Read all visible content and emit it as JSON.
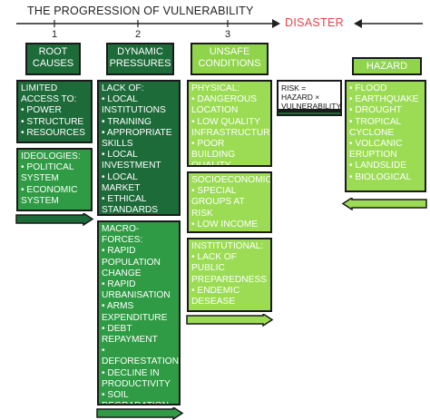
{
  "title": "THE PROGRESSION OF VULNERABILITY",
  "disaster_label": "DISASTER",
  "ticks": [
    "1",
    "2",
    "3"
  ],
  "headers": {
    "root": "ROOT CAUSES",
    "dynamic": "DYNAMIC PRESSURES",
    "unsafe": "UNSAFE CONDITIONS",
    "hazard": "HAZARD"
  },
  "root": {
    "limited_access": {
      "label": "LIMITED ACCESS TO:",
      "items": [
        "• POWER",
        "• STRUCTURE",
        "• RESOURCES"
      ]
    },
    "ideologies": {
      "label": "IDEOLOGIES:",
      "items": [
        "• POLITICAL SYSTEM",
        "• ECONOMIC SYSTEM"
      ]
    }
  },
  "dynamic": {
    "lack_of": {
      "label": "LACK OF:",
      "items": [
        "• LOCAL INSTITUTIONS",
        "• TRAINING",
        "• APPROPRIATE SKILLS",
        "• LOCAL INVESTMENT",
        "• LOCAL MARKET",
        "• ETHICAL STANDARDS"
      ]
    },
    "macro_forces": {
      "label": "MACRO-FORCES:",
      "items": [
        "• RAPID POPULATION CHANGE",
        "• RAPID URBANISATION",
        "• ARMS EXPENDITURE",
        "• DEBT REPAYMENT",
        "• DEFORESTATION",
        "• DECLINE IN PRODUCTIVITY",
        "• SOIL DEGRADATION"
      ]
    }
  },
  "unsafe": {
    "physical": {
      "label": "PHYSICAL:",
      "items": [
        "• DANGEROUS LOCATION",
        "• LOW QUALITY INFRASTRUCTURE",
        "• POOR BUILDING QUALITY"
      ]
    },
    "socioeconomic": {
      "label": "SOCIOECONOMIC:",
      "items": [
        "• SPECIAL GROUPS AT RISK",
        "• LOW INCOME"
      ]
    },
    "institutional": {
      "label": "INSTITUTIONAL:",
      "items": [
        "• LACK OF PUBLIC PREPAREDNESS",
        "• ENDEMIC DESEASE"
      ]
    }
  },
  "risk": "RISK = HAZARD × VULNERABILITY",
  "hazard": {
    "items": [
      "• FLOOD",
      "• EARTHQUAKE",
      "• DROUGHT",
      "• TROPICAL CYCLONE",
      "• VOLCANIC ERUPTION",
      "• LANDSLIDE",
      "• BIOLOGICAL"
    ]
  },
  "colors": {
    "dark_green": "#1e6b3a",
    "mid_green": "#2f9b44",
    "light_green": "#8fd44a",
    "disaster_red": "#e8434a"
  }
}
